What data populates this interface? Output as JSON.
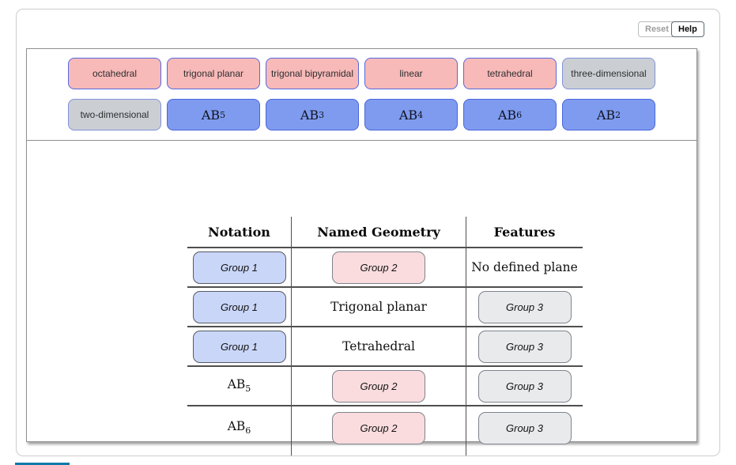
{
  "toolbar": {
    "reset_label": "Reset",
    "help_label": "Help"
  },
  "chip_bank": {
    "row1": [
      {
        "label": "octahedral",
        "style": "pink"
      },
      {
        "label": "trigonal planar",
        "style": "pink"
      },
      {
        "label": "trigonal bipyramidal",
        "style": "pink"
      },
      {
        "label": "linear",
        "style": "pink"
      },
      {
        "label": "tetrahedral",
        "style": "pink"
      },
      {
        "label": "three-dimensional",
        "style": "gray"
      }
    ],
    "row2": [
      {
        "label": "two-dimensional",
        "style": "gray"
      },
      {
        "base": "AB",
        "sub": "5",
        "style": "blue"
      },
      {
        "base": "AB",
        "sub": "3",
        "style": "blue"
      },
      {
        "base": "AB",
        "sub": "4",
        "style": "blue"
      },
      {
        "base": "AB",
        "sub": "6",
        "style": "blue"
      },
      {
        "base": "AB",
        "sub": "2",
        "style": "blue"
      }
    ]
  },
  "table": {
    "headers": [
      "Notation",
      "Named Geometry",
      "Features"
    ],
    "rows": [
      {
        "notation_slot": "Group 1",
        "geometry_slot": "Group 2",
        "features_text": "No defined plane"
      },
      {
        "notation_slot": "Group 1",
        "geometry_text": "Trigonal planar",
        "features_slot": "Group 3"
      },
      {
        "notation_slot": "Group 1",
        "geometry_text": "Tetrahedral",
        "features_slot": "Group 3"
      },
      {
        "notation_base": "AB",
        "notation_sub": "5",
        "geometry_slot": "Group 2",
        "features_slot": "Group 3"
      },
      {
        "notation_base": "AB",
        "notation_sub": "6",
        "geometry_slot": "Group 2",
        "features_slot": "Group 3"
      }
    ]
  },
  "colors": {
    "word_chip_pink": "#f8b9b9",
    "formula_chip_blue": "#7e9bef",
    "dimension_chip_gray": "#cbcfd4",
    "chip_border_blue": "#5569df",
    "slot_group1_blue": "#c9d6f8",
    "slot_group2_pink": "#fadcde",
    "slot_group3_gray": "#e8eaec",
    "table_line_gray": "#4f4f4f",
    "accent_teal": "#0f7aa8"
  }
}
